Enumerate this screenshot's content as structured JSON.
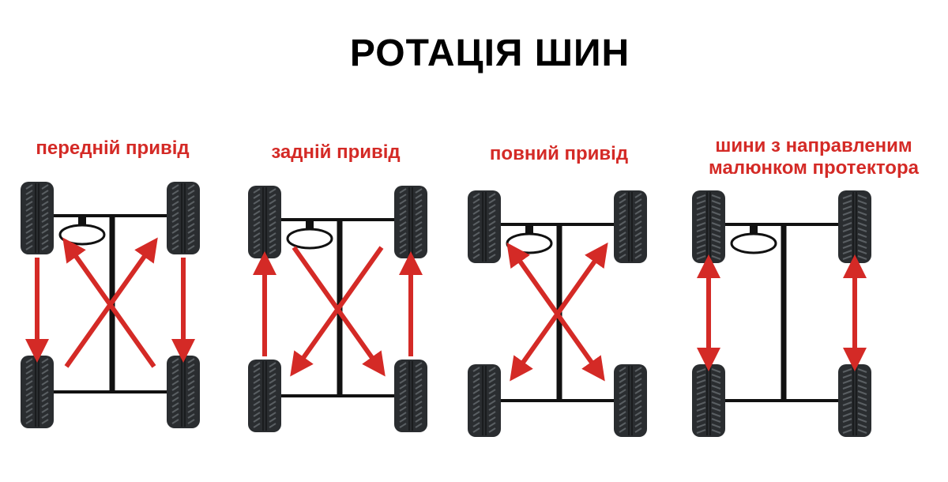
{
  "title": "РОТАЦІЯ ШИН",
  "colors": {
    "arrow": "#d42a26",
    "frame": "#111111",
    "tire": "#2a2d30",
    "tread": "#5a5f63"
  },
  "diagrams": [
    {
      "label": "передній привід",
      "tread": "standard",
      "arrows": [
        {
          "from": "FL",
          "to": "RL",
          "type": "single"
        },
        {
          "from": "FR",
          "to": "RR",
          "type": "single"
        },
        {
          "from": "RL",
          "to": "FR",
          "type": "single"
        },
        {
          "from": "RR",
          "to": "FL",
          "type": "single"
        }
      ]
    },
    {
      "label": "задній привід",
      "tread": "standard",
      "arrows": [
        {
          "from": "RL",
          "to": "FL",
          "type": "single"
        },
        {
          "from": "RR",
          "to": "FR",
          "type": "single"
        },
        {
          "from": "FL",
          "to": "RR",
          "type": "single"
        },
        {
          "from": "FR",
          "to": "RL",
          "type": "single"
        }
      ]
    },
    {
      "label": "повний привід",
      "tread": "standard",
      "arrows": [
        {
          "from": "FL",
          "to": "RR",
          "type": "double"
        },
        {
          "from": "FR",
          "to": "RL",
          "type": "double"
        }
      ]
    },
    {
      "label": "шини з направленим",
      "label2": "малюнком протектора",
      "tread": "directional",
      "arrows": [
        {
          "from": "FL",
          "to": "RL",
          "type": "double"
        },
        {
          "from": "FR",
          "to": "RR",
          "type": "double"
        }
      ]
    }
  ]
}
